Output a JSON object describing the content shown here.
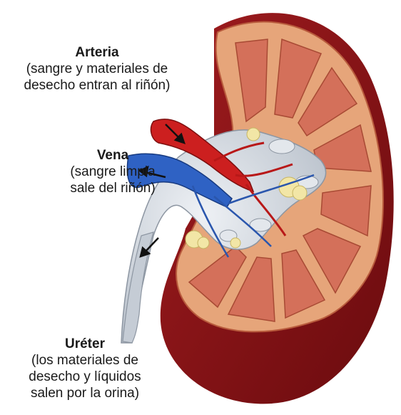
{
  "labels": {
    "arteria": {
      "title": "Arteria",
      "desc": [
        "(sangre y materiales de",
        "desecho entran al riñón)"
      ]
    },
    "vena": {
      "title": "Vena",
      "desc": [
        "(sangre limpia",
        "sale del riñón)"
      ]
    },
    "ureter": {
      "title": "Uréter",
      "desc": [
        "(los materiales de",
        "desecho y líquidos",
        "salen por la orina)"
      ]
    }
  },
  "colors": {
    "kidney_outer": "#8c1518",
    "kidney_shadow": "#5e0a0c",
    "cortex": "#e6a57a",
    "medulla": "#d4705a",
    "pelvis": "#cfd5dc",
    "artery": "#cc1f1f",
    "vein": "#2f62c4",
    "fat": "#f2e6a6",
    "arrow": "#111111"
  }
}
